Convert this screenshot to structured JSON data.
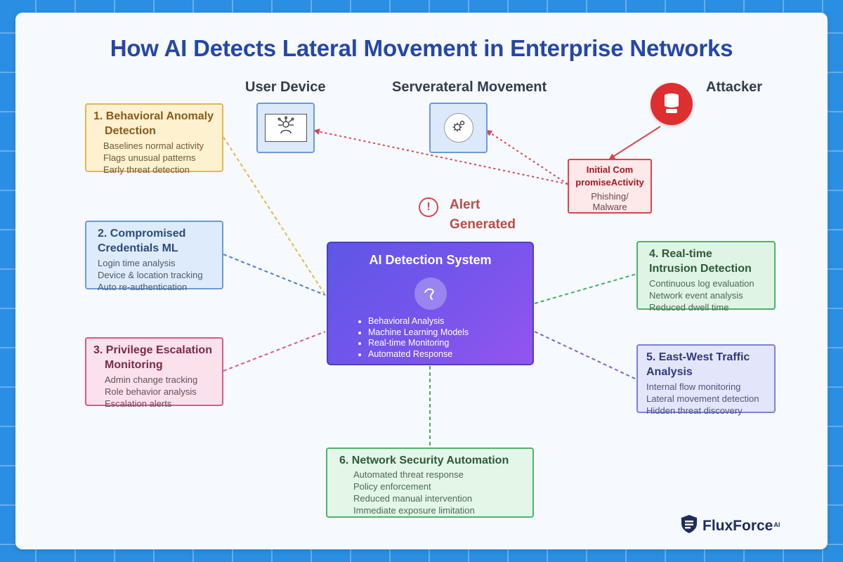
{
  "title": "How AI Detects Lateral Movement in Enterprise Networks",
  "nodes": {
    "user_device": "User Device",
    "server": "Serverateral Movement",
    "attacker": "Attacker"
  },
  "initial_compromise": {
    "title_line1": "Initial Com",
    "title_line2": "promiseActivity",
    "sub_line1": "Phishing/",
    "sub_line2": "Malware"
  },
  "alert": {
    "icon": "!",
    "line1": "Alert",
    "line2": "Generated"
  },
  "central": {
    "title": "AI Detection System",
    "items": [
      "Behavioral Analysis",
      "Machine Learning Models",
      "Real-time Monitoring",
      "Automated Response"
    ]
  },
  "features": [
    {
      "title_line1": "1. Behavioral Anomaly",
      "title_line2": "Detection",
      "items": [
        "Baselines normal activity",
        "Flags unusual patterns",
        "Early threat detection"
      ]
    },
    {
      "title_line1": "2. Compromised",
      "title_line2": "Credentials ML",
      "items": [
        "Login time analysis",
        "Device & location tracking",
        "Auto re-authentication"
      ]
    },
    {
      "title_line1": "3. Privilege Escalation",
      "title_line2": "Monitoring",
      "items": [
        "Admin change tracking",
        "Role behavior analysis",
        "Escalation alerts"
      ]
    },
    {
      "title_line1": "4. Real-time",
      "title_line2": "Intrusion Detection",
      "items": [
        "Continuous log evaluation",
        "Network event analysis",
        "Reduced dwell time"
      ]
    },
    {
      "title_line1": "5. East-West Traffic",
      "title_line2": "Analysis",
      "items": [
        "Internal flow monitoring",
        "Lateral movement detection",
        "Hidden threat discovery"
      ]
    },
    {
      "title_line1": "6. Network Security Automation",
      "items": [
        "Automated threat response",
        "Policy enforcement",
        "Reduced manual intervention",
        "Immediate exposure limitation"
      ]
    }
  ],
  "logo": {
    "name": "FluxForce",
    "sup": "AI"
  },
  "colors": {
    "attack": "#d9464f",
    "central": "#6a55ea",
    "amber": "#e4b84a",
    "blue": "#6d9ad8",
    "pink": "#d9588d",
    "green": "#4fb36a",
    "indigo": "#7c80d6"
  },
  "icons": [
    "person-network-icon",
    "gear-icon",
    "attacker-icon",
    "ai-swirl-icon",
    "alert-icon",
    "shield-logo-icon"
  ]
}
